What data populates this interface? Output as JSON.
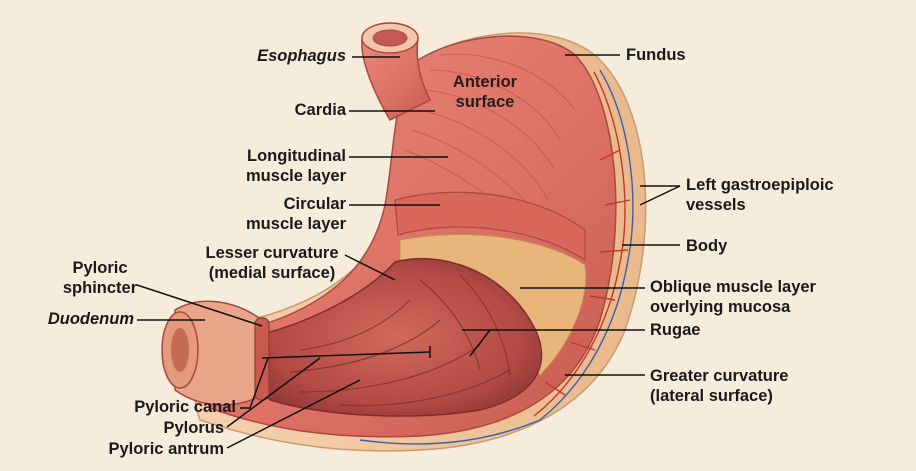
{
  "diagram": {
    "labels": {
      "esophagus": "Esophagus",
      "cardia": "Cardia",
      "longitudinal": [
        "Longitudinal",
        "muscle layer"
      ],
      "circular": [
        "Circular",
        "muscle layer"
      ],
      "lesser_curvature": [
        "Lesser curvature",
        "(medial surface)"
      ],
      "pyloric_sphincter": [
        "Pyloric",
        "sphincter"
      ],
      "duodenum": "Duodenum",
      "pyloric_canal": "Pyloric canal",
      "pylorus": "Pylorus",
      "pyloric_antrum": "Pyloric antrum",
      "anterior_surface": [
        "Anterior",
        "surface"
      ],
      "fundus": "Fundus",
      "left_gastroepiploic": [
        "Left gastroepiploic",
        "vessels"
      ],
      "body": "Body",
      "oblique": [
        "Oblique muscle layer",
        "overlying mucosa"
      ],
      "rugae": "Rugae",
      "greater_curvature": [
        "Greater curvature",
        "(lateral surface)"
      ]
    },
    "colors": {
      "background": "#f6ecdc",
      "muscle": "#dc6f63",
      "muscle_dark": "#b94f47",
      "serosa": "#f0c8a0",
      "mucosa": "#b34a45",
      "oblique_fibers": "#e8b57a",
      "vessel_red": "#c0392b",
      "vessel_blue": "#3b5fa8"
    }
  }
}
